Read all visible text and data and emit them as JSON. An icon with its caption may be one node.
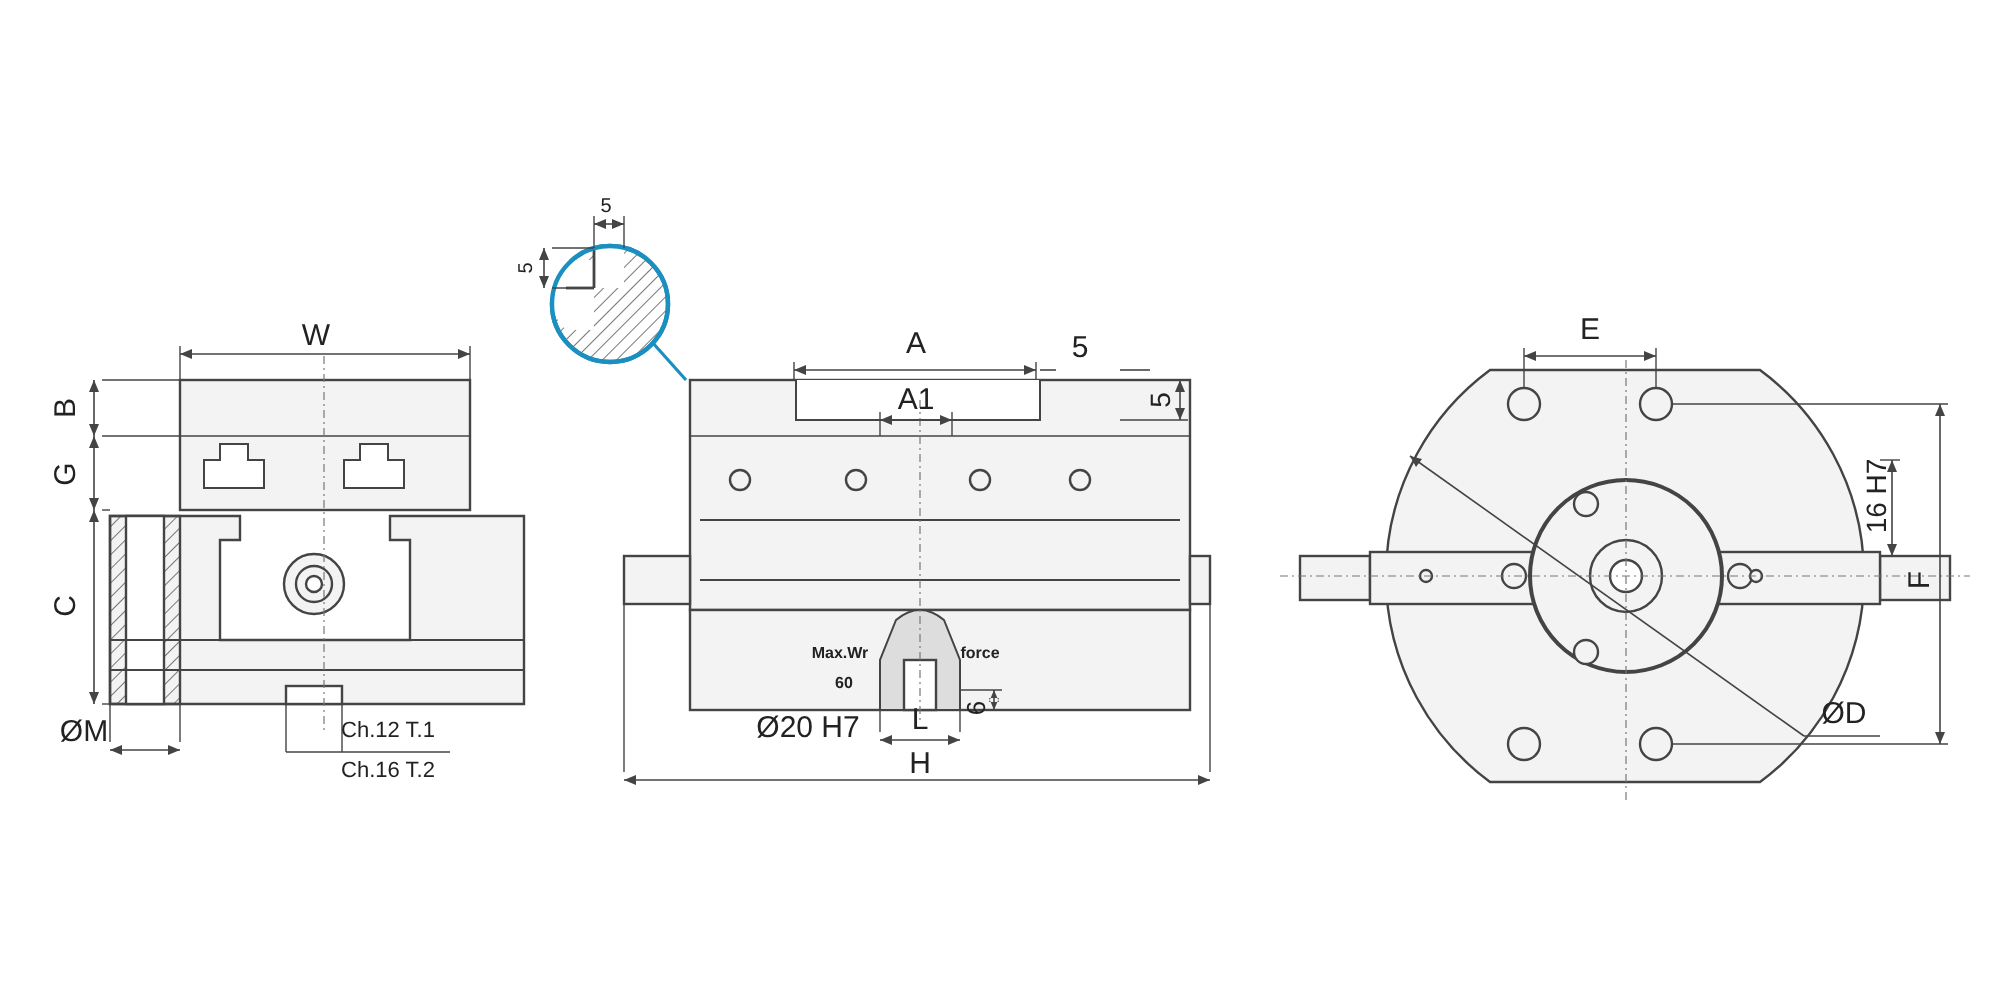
{
  "diagram": {
    "labels": [
      "W",
      "B",
      "G",
      "C",
      "ØM",
      "Ch.12 T.1",
      "Ch.16 T.2",
      "5",
      "5",
      "A",
      "5",
      "A1",
      "5",
      "Max.Wr",
      "force",
      "60",
      "Ø20 H7",
      "L",
      "6",
      "H",
      "E",
      "16 H7",
      "F",
      "ØD"
    ]
  }
}
